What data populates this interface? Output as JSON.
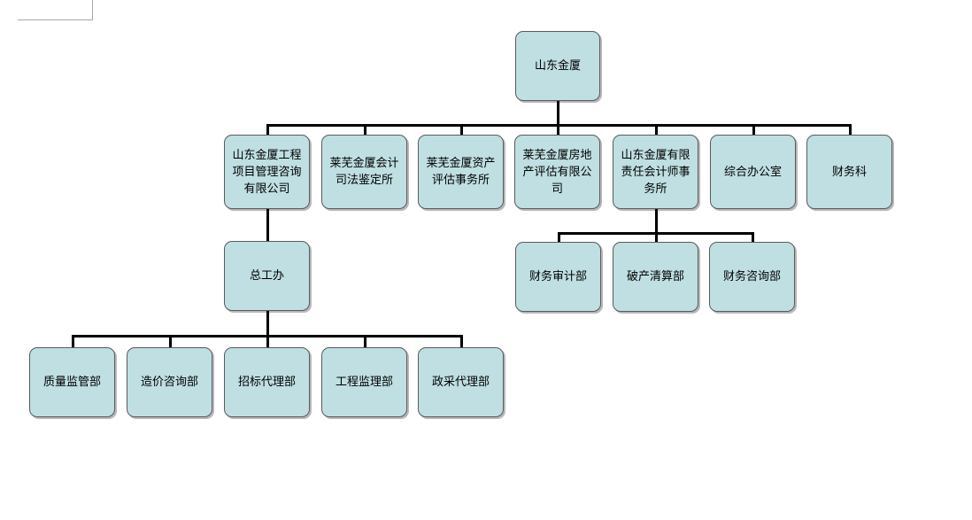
{
  "document": {
    "type": "organization-chart",
    "page_background": "#ffffff",
    "node_fill": "#bfdfe2",
    "node_border": "#5a5a5a",
    "connector_color": "#000000",
    "crop_mark_color": "#a6a6a6"
  },
  "chart_data": {
    "type": "diagram",
    "title": "",
    "root": "山东金厦",
    "levels": [
      [
        "山东金厦"
      ],
      [
        "山东金厦工程项目管理咨询有限公司",
        "莱芜金厦会计司法鉴定所",
        "莱芜金厦资产评估事务所",
        "莱芜金厦房地产评估有限公司",
        "山东金厦有限责任会计师事务所",
        "综合办公室",
        "财务科"
      ],
      [
        "总工办",
        "财务审计部",
        "破产清算部",
        "财务咨询部"
      ],
      [
        "质量监管部",
        "造价咨询部",
        "招标代理部",
        "工程监理部",
        "政采代理部"
      ]
    ],
    "edges": [
      [
        "山东金厦",
        "山东金厦工程项目管理咨询有限公司"
      ],
      [
        "山东金厦",
        "莱芜金厦会计司法鉴定所"
      ],
      [
        "山东金厦",
        "莱芜金厦资产评估事务所"
      ],
      [
        "山东金厦",
        "莱芜金厦房地产评估有限公司"
      ],
      [
        "山东金厦",
        "山东金厦有限责任会计师事务所"
      ],
      [
        "山东金厦",
        "综合办公室"
      ],
      [
        "山东金厦",
        "财务科"
      ],
      [
        "山东金厦工程项目管理咨询有限公司",
        "总工办"
      ],
      [
        "山东金厦有限责任会计师事务所",
        "财务审计部"
      ],
      [
        "山东金厦有限责任会计师事务所",
        "破产清算部"
      ],
      [
        "山东金厦有限责任会计师事务所",
        "财务咨询部"
      ],
      [
        "总工办",
        "质量监管部"
      ],
      [
        "总工办",
        "造价咨询部"
      ],
      [
        "总工办",
        "招标代理部"
      ],
      [
        "总工办",
        "工程监理部"
      ],
      [
        "总工办",
        "政采代理部"
      ]
    ]
  },
  "nodes": {
    "root": {
      "label": "山东金厦"
    },
    "l2": [
      {
        "label": "山东金厦工程项目管理咨询有限公司"
      },
      {
        "label": "莱芜金厦会计司法鉴定所"
      },
      {
        "label": "莱芜金厦资产评估事务所"
      },
      {
        "label": "莱芜金厦房地产评估有限公司"
      },
      {
        "label": "山东金厦有限责任会计师事务所"
      },
      {
        "label": "综合办公室"
      },
      {
        "label": "财务科"
      }
    ],
    "l3_eng": [
      {
        "label": "总工办"
      }
    ],
    "l3_acct": [
      {
        "label": "财务审计部"
      },
      {
        "label": "破产清算部"
      },
      {
        "label": "财务咨询部"
      }
    ],
    "l4": [
      {
        "label": "质量监管部"
      },
      {
        "label": "造价咨询部"
      },
      {
        "label": "招标代理部"
      },
      {
        "label": "工程监理部"
      },
      {
        "label": "政采代理部"
      }
    ]
  }
}
